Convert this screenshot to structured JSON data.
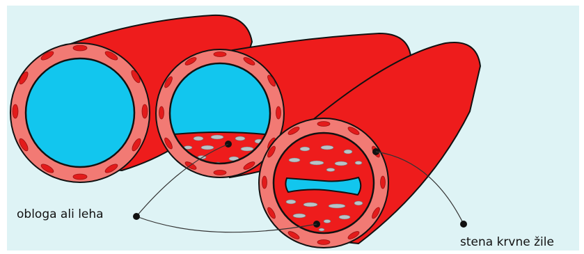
{
  "labels": {
    "plaque": "obloga ali leha",
    "wall": "stena krvne žile"
  },
  "colors": {
    "panel_background": "#def3f5",
    "vessel_red": "#ee1c1c",
    "vessel_wall": "#f27a74",
    "wall_cells": "#e31b1b",
    "lumen_blue": "#12c6ee",
    "plaque_spots": "#b9c3c7",
    "outline": "#111111"
  },
  "vessels": [
    {
      "name": "healthy-vessel",
      "plaque": "none"
    },
    {
      "name": "partially-blocked-vessel",
      "plaque": "bottom"
    },
    {
      "name": "narrowed-vessel",
      "plaque": "around"
    }
  ]
}
